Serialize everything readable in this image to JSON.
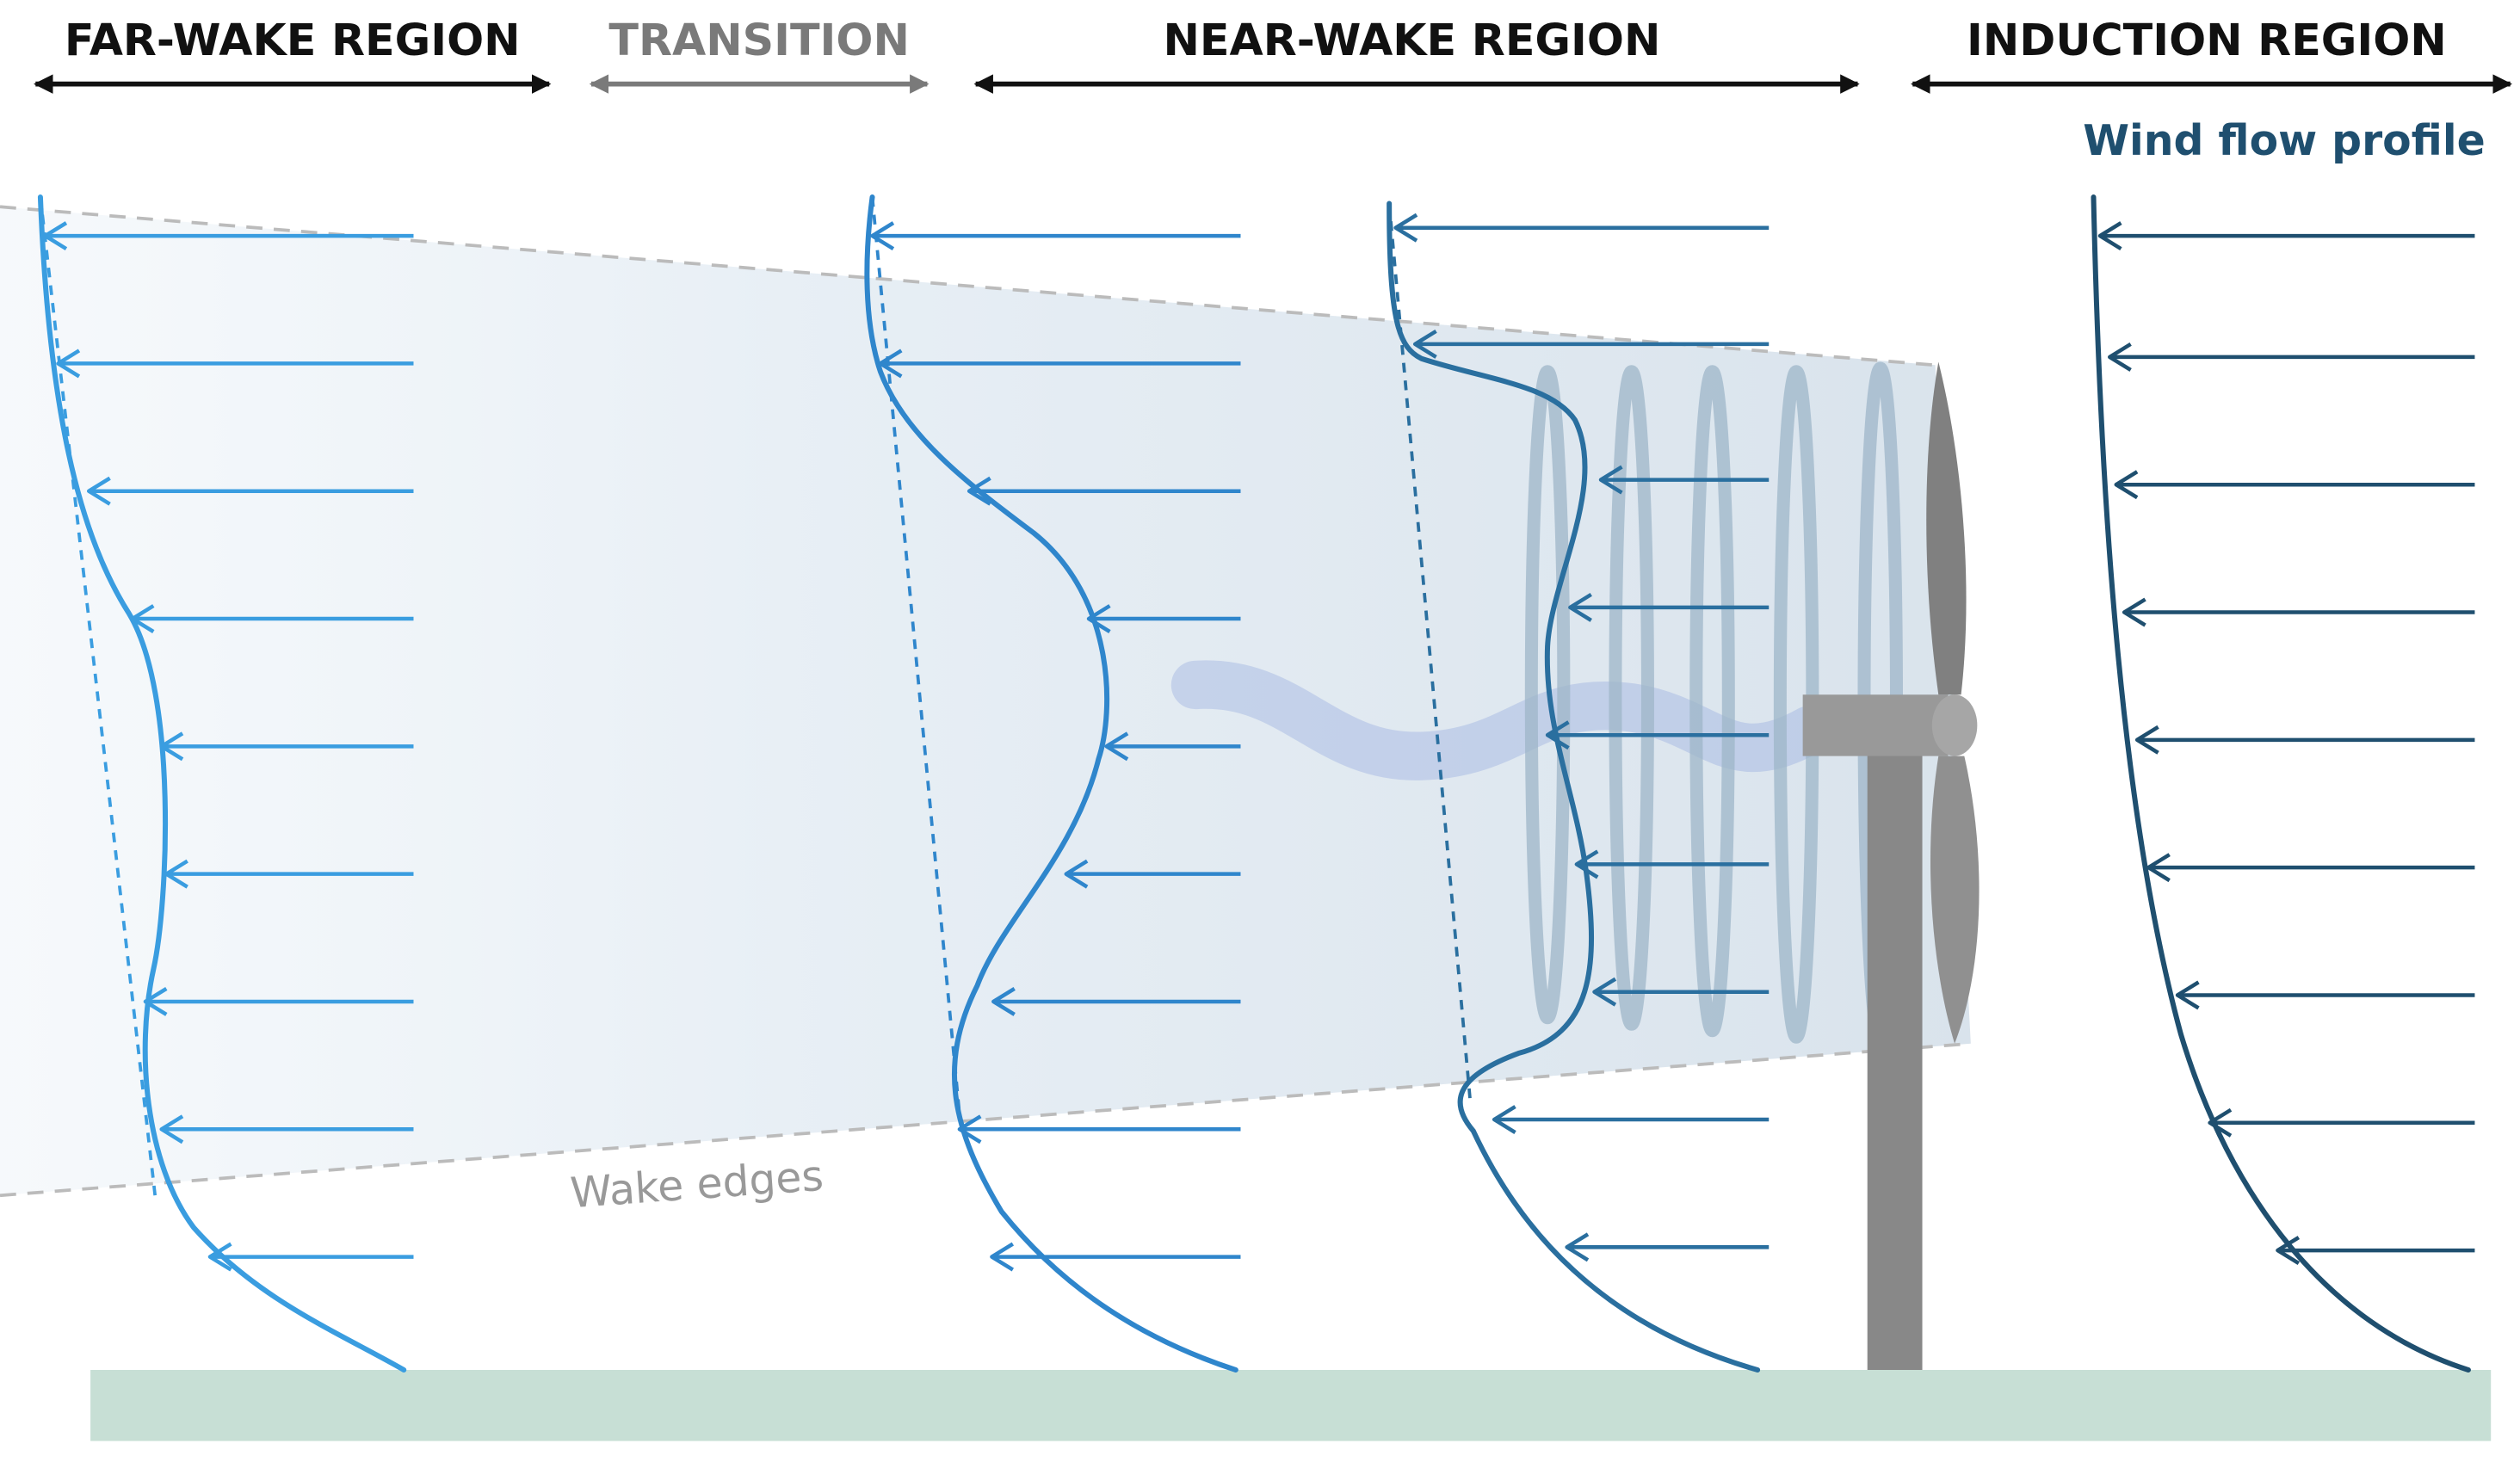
{
  "regions": [
    {
      "label": "FAR-WAKE REGION",
      "color": "#111111"
    },
    {
      "label": "TRANSITION",
      "color": "#7a7a7a"
    },
    {
      "label": "NEAR-WAKE REGION",
      "color": "#111111"
    },
    {
      "label": "INDUCTION REGION",
      "color": "#111111"
    }
  ],
  "legend": {
    "wind_flow_profile": "Wind flow profile"
  },
  "annotations": {
    "wake_edges": "Wake edges"
  },
  "colors": {
    "far_wake_profile": "#3a9de0",
    "transition_profile": "#2f86cc",
    "near_wake_profile": "#2a6f9f",
    "induction_profile": "#1f4f6f",
    "wake_fill": "#dfe9f1",
    "wake_edge": "#bbbbbb",
    "ground": "#c7dfd5",
    "turbine": "#888888",
    "vortex": "#9db6c8",
    "hub_streak": "#8da2dc"
  }
}
